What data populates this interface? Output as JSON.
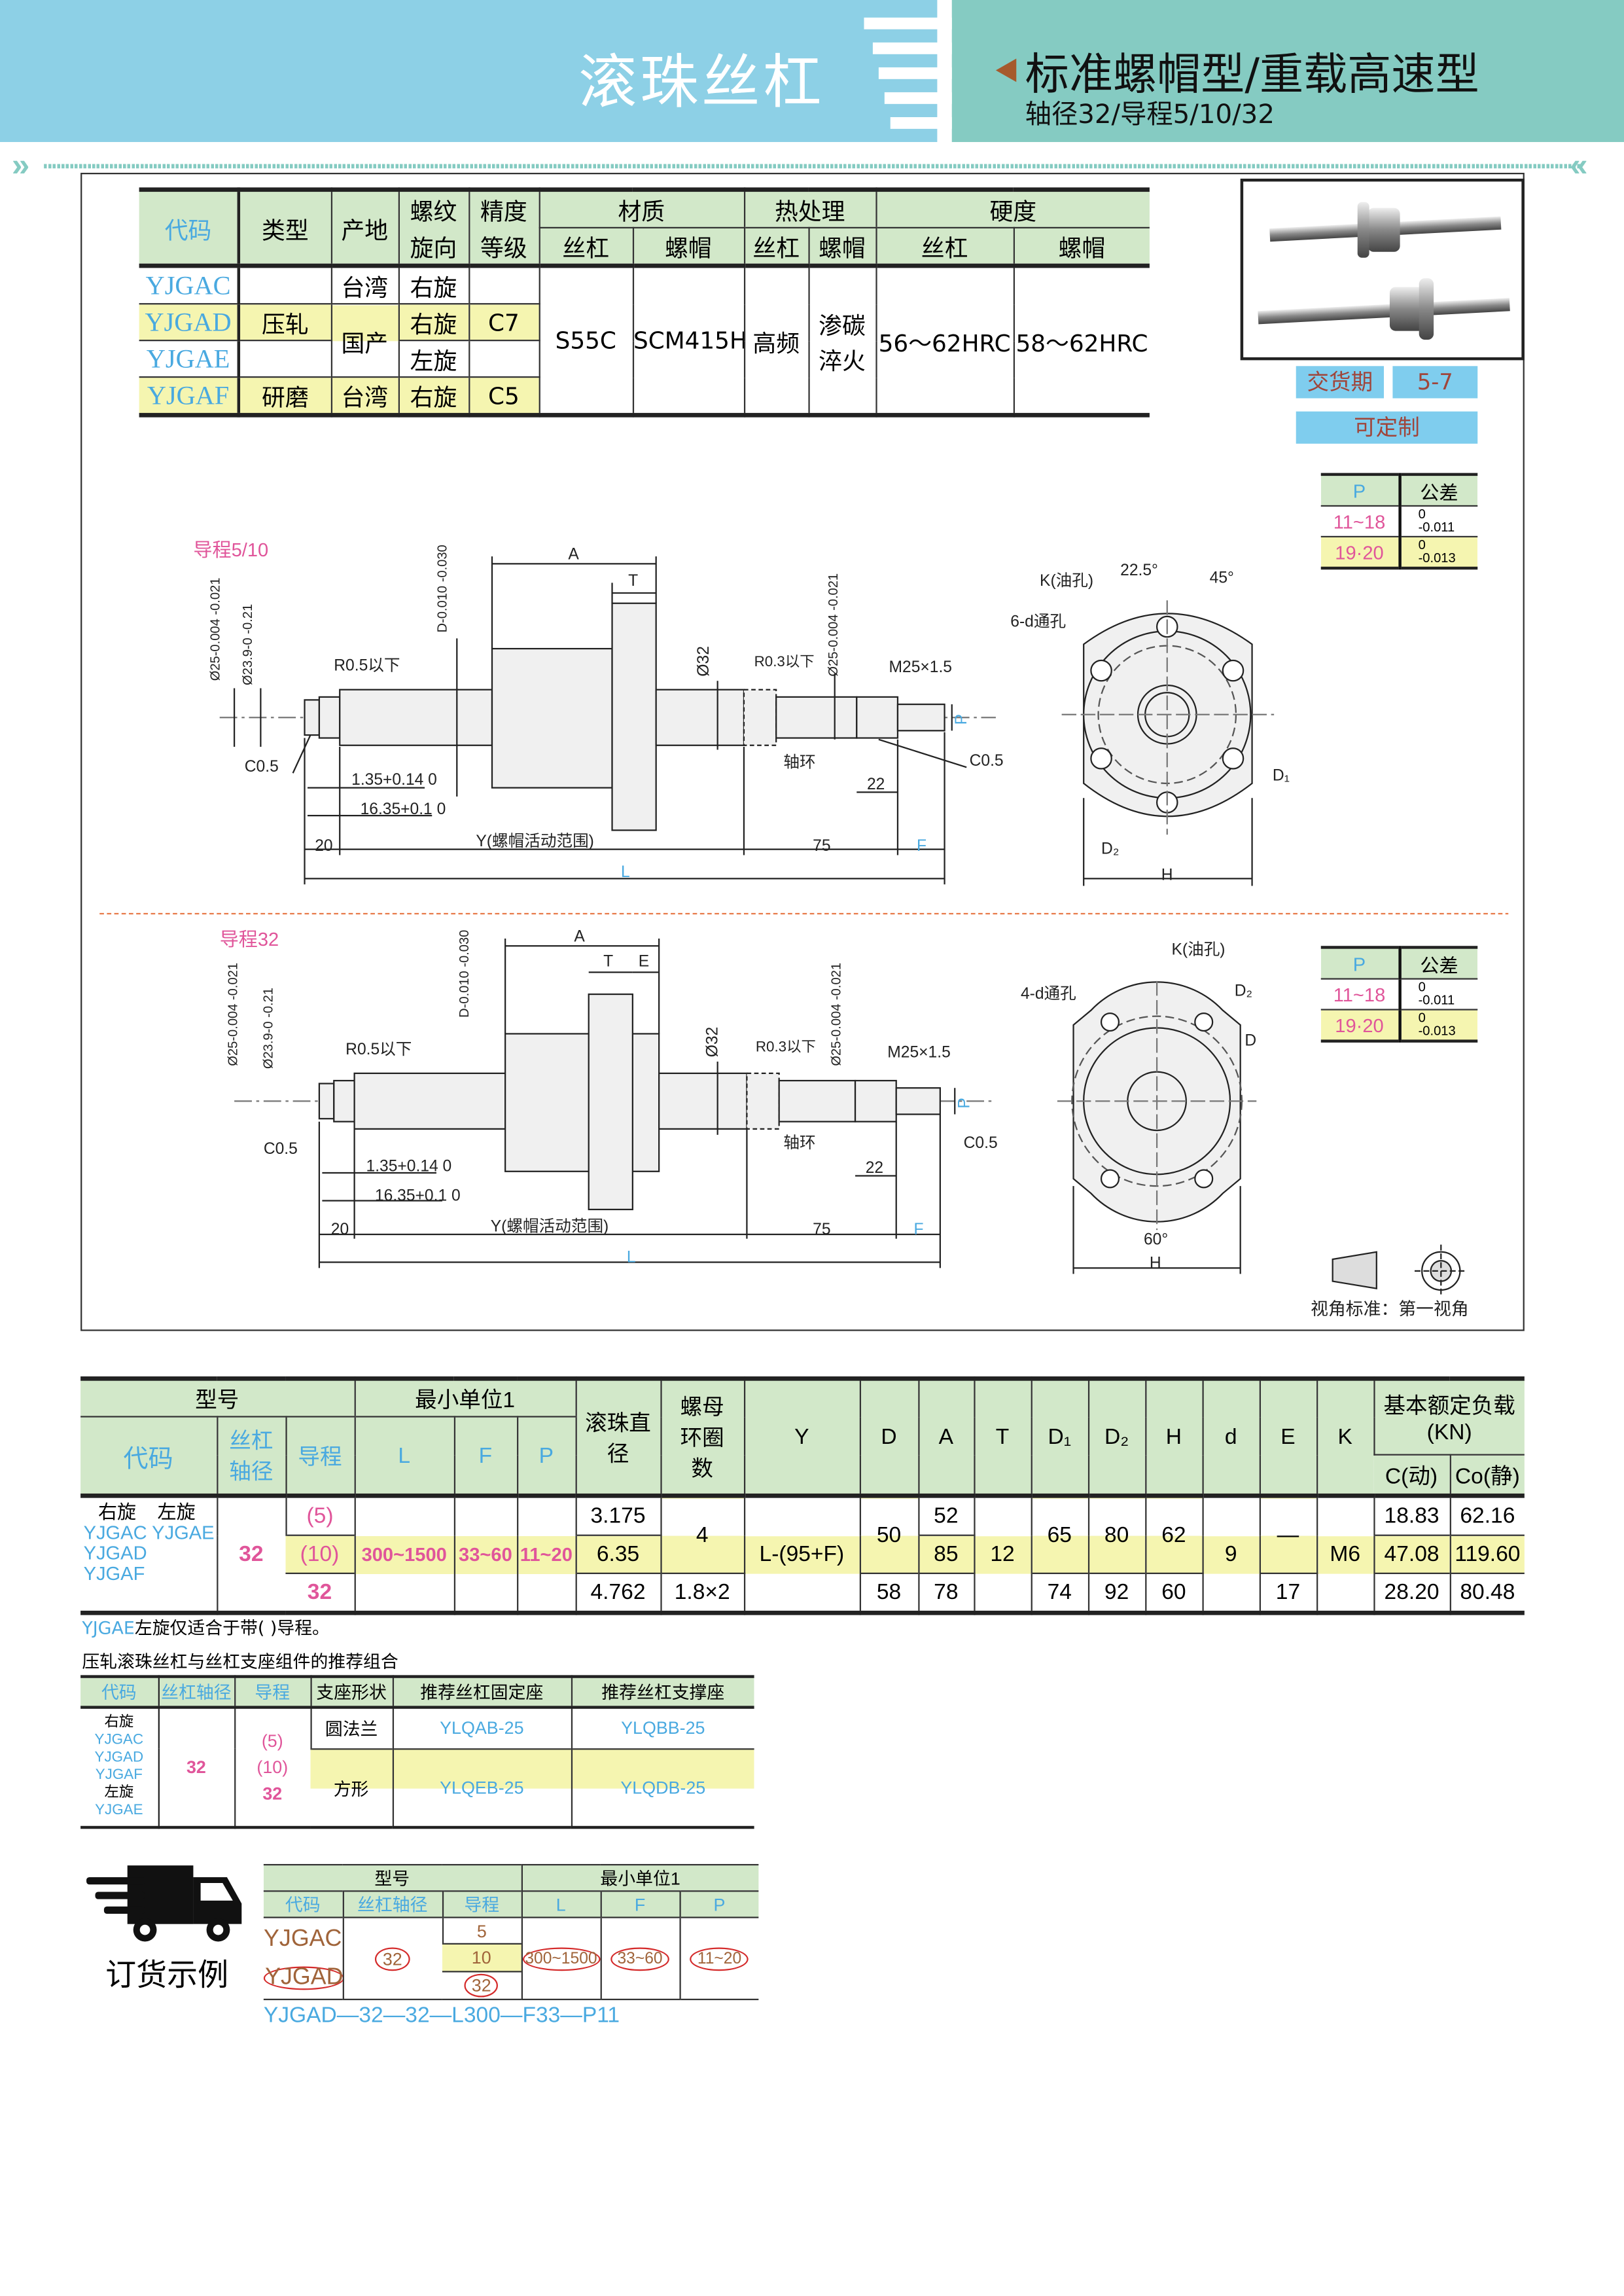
{
  "header": {
    "title": "滚珠丝杠",
    "subtitle": "标准螺帽型/重载高速型",
    "spec_line": "轴径32/导程5/10/32"
  },
  "spec_table": {
    "h_code": "代码",
    "h_type": "类型",
    "h_origin": "产地",
    "h_thread": "螺纹",
    "h_thread2": "旋向",
    "h_prec": "精度",
    "h_prec2": "等级",
    "h_material": "材质",
    "h_heat": "热处理",
    "h_hard": "硬度",
    "h_screw": "丝杠",
    "h_nut": "螺帽",
    "rows": [
      {
        "code": "YJGAC",
        "type": "",
        "origin": "台湾",
        "hand": "右旋",
        "grade": ""
      },
      {
        "code": "YJGAD",
        "type": "压轧",
        "origin": "国产",
        "hand": "右旋",
        "grade": "C7"
      },
      {
        "code": "YJGAE",
        "type": "",
        "origin": "",
        "hand": "左旋",
        "grade": ""
      },
      {
        "code": "YJGAF",
        "type": "研磨",
        "origin": "台湾",
        "hand": "右旋",
        "grade": "C5"
      }
    ],
    "mat_screw": "S55C",
    "mat_nut": "SCM415H",
    "heat_screw": "高频",
    "heat_nut1": "渗碳",
    "heat_nut2": "淬火",
    "hard_screw": "56～62HRC",
    "hard_nut": "58～62HRC"
  },
  "delivery": {
    "label": "交货期",
    "value": "5-7",
    "custom": "可定制"
  },
  "tolerance": {
    "h_p": "P",
    "h_tol": "公差",
    "rows": [
      {
        "p": "11~18",
        "upper": "0",
        "lower": "-0.011"
      },
      {
        "p": "19·20",
        "upper": "0",
        "lower": "-0.013"
      }
    ]
  },
  "drawing1": {
    "title": "导程5/10",
    "A": "A",
    "T": "T",
    "d_tol": "D-0.010 -0.030",
    "phi25": "Ø25-0.004 -0.021",
    "phi23": "Ø23.9-0 -0.21",
    "phi32": "Ø32",
    "r05": "R0.5以下",
    "r03": "R0.3以下",
    "phi25r": "Ø25-0.004 -0.021",
    "m25": "M25×1.5",
    "c05a": "C0.5",
    "c05b": "C0.5",
    "collar": "轴环",
    "d135": "1.35+0.14 0",
    "d1635": "16.35+0.1 0",
    "d20": "20",
    "y": "Y(螺帽活动范围)",
    "d75": "75",
    "f": "F",
    "l": "L",
    "d22": "22",
    "p": "P",
    "k": "K(油孔)",
    "a225": "22.5°",
    "a45": "45°",
    "holes": "6-d通孔",
    "d1": "D₁",
    "d2": "D₂",
    "h": "H"
  },
  "drawing2": {
    "title": "导程32",
    "A": "A",
    "T": "T",
    "E": "E",
    "d_tol": "D-0.010 -0.030",
    "phi25": "Ø25-0.004 -0.021",
    "phi23": "Ø23.9-0 -0.21",
    "phi32": "Ø32",
    "r05": "R0.5以下",
    "r03": "R0.3以下",
    "phi25r": "Ø25-0.004 -0.021",
    "m25": "M25×1.5",
    "c05a": "C0.5",
    "c05b": "C0.5",
    "collar": "轴环",
    "d135": "1.35+0.14 0",
    "d1635": "16.35+0.1 0",
    "d20": "20",
    "y": "Y(螺帽活动范围)",
    "d75": "75",
    "f": "F",
    "l": "L",
    "d22": "22",
    "p": "P",
    "k": "K(油孔)",
    "holes": "4-d通孔",
    "d2": "D₂",
    "d": "D",
    "a60": "60°",
    "h": "H",
    "projection": "视角标准：第一视角"
  },
  "dim_table": {
    "h_model": "型号",
    "h_min": "最小单位1",
    "h_code": "代码",
    "h_dia": "丝杠轴径",
    "h_lead": "导程",
    "h_L": "L",
    "h_F": "F",
    "h_P": "P",
    "h_ball": "滚珠直径",
    "h_turns": "螺母环圈数",
    "h_Y": "Y",
    "h_D": "D",
    "h_A": "A",
    "h_T": "T",
    "h_D1": "D₁",
    "h_D2": "D₂",
    "h_H": "H",
    "h_d": "d",
    "h_E": "E",
    "h_K": "K",
    "h_load": "基本额定负载(KN)",
    "h_C": "C(动)",
    "h_C0": "Co(静)",
    "code_hand_r": "右旋",
    "code_hand_l": "左旋",
    "code_1": "YJGAC",
    "code_2": "YJGAE",
    "code_3": "YJGAD",
    "code_4": "YJGAF",
    "dia": "32",
    "L": "300~1500",
    "F": "33~60",
    "P": "11~20",
    "Y": "L-(95+F)",
    "T": "12",
    "d": "9",
    "K": "M6",
    "rows": [
      {
        "lead": "(5)",
        "ball": "3.175",
        "turns": "4",
        "D": "50",
        "A": "52",
        "D1": "65",
        "D2": "80",
        "H": "62",
        "E": "—",
        "C": "18.83",
        "C0": "62.16"
      },
      {
        "lead": "(10)",
        "ball": "6.35",
        "A": "85",
        "C": "47.08",
        "C0": "119.60"
      },
      {
        "lead": "32",
        "ball": "4.762",
        "turns": "1.8×2",
        "D": "58",
        "A": "78",
        "D1": "74",
        "D2": "92",
        "H": "60",
        "E": "17",
        "C": "28.20",
        "C0": "80.48"
      }
    ]
  },
  "notes": {
    "left_hand_code": "YJGAE",
    "left_hand": "左旋仅适合于带( )导程。",
    "combo_title": "压轧滚珠丝杠与丝杠支座组件的推荐组合"
  },
  "combo_table": {
    "h_code": "代码",
    "h_dia": "丝杠轴径",
    "h_lead": "导程",
    "h_shape": "支座形状",
    "h_fixed": "推荐丝杠固定座",
    "h_support": "推荐丝杠支撑座",
    "hand_r": "右旋",
    "codes_r": [
      "YJGAC",
      "YJGAD",
      "YJGAF"
    ],
    "hand_l": "左旋",
    "code_l": "YJGAE",
    "dia": "32",
    "leads": [
      "(5)",
      "(10)",
      "32"
    ],
    "rows": [
      {
        "shape": "圆法兰",
        "fixed": "YLQAB-25",
        "support": "YLQBB-25"
      },
      {
        "shape": "方形",
        "fixed": "YLQEB-25",
        "support": "YLQDB-25"
      }
    ]
  },
  "order": {
    "label": "订货示例",
    "h_model": "型号",
    "h_min": "最小单位1",
    "h_code": "代码",
    "h_dia": "丝杠轴径",
    "h_lead": "导程",
    "h_L": "L",
    "h_F": "F",
    "h_P": "P",
    "code_a": "YJGAC",
    "code_b": "YJGAD",
    "dia": "32",
    "leads": [
      "5",
      "10",
      "32"
    ],
    "L": "300~1500",
    "F": "33~60",
    "P": "11~20",
    "example": "YJGAD—32—32—L300—F33—P11"
  },
  "colors": {
    "blue_band": "#8dd0e6",
    "teal_band": "#85cbc2",
    "header_green": "#d2e8c9",
    "highlight": "#f5f5b0",
    "code_blue": "#49a9e0",
    "pink": "#e0559a"
  }
}
